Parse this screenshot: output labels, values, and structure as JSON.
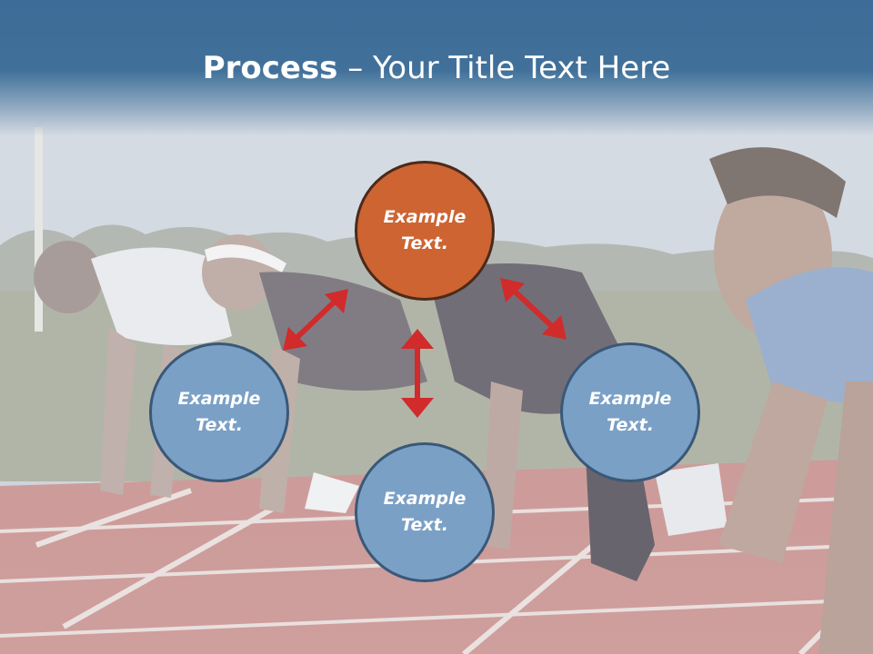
{
  "title": {
    "bold": "Process",
    "rest": " – Your Title Text Here"
  },
  "nodes": {
    "top": {
      "label": "Example Text.",
      "color": "#cd6432"
    },
    "left": {
      "label": "Example Text.",
      "color": "#7aa0c6"
    },
    "right": {
      "label": "Example Text.",
      "color": "#7aa0c6"
    },
    "bottom": {
      "label": "Example Text.",
      "color": "#7aa0c6"
    }
  },
  "arrow_color": "#d12b2b",
  "background": "photo of runners crouched at the starting line of a red running track"
}
